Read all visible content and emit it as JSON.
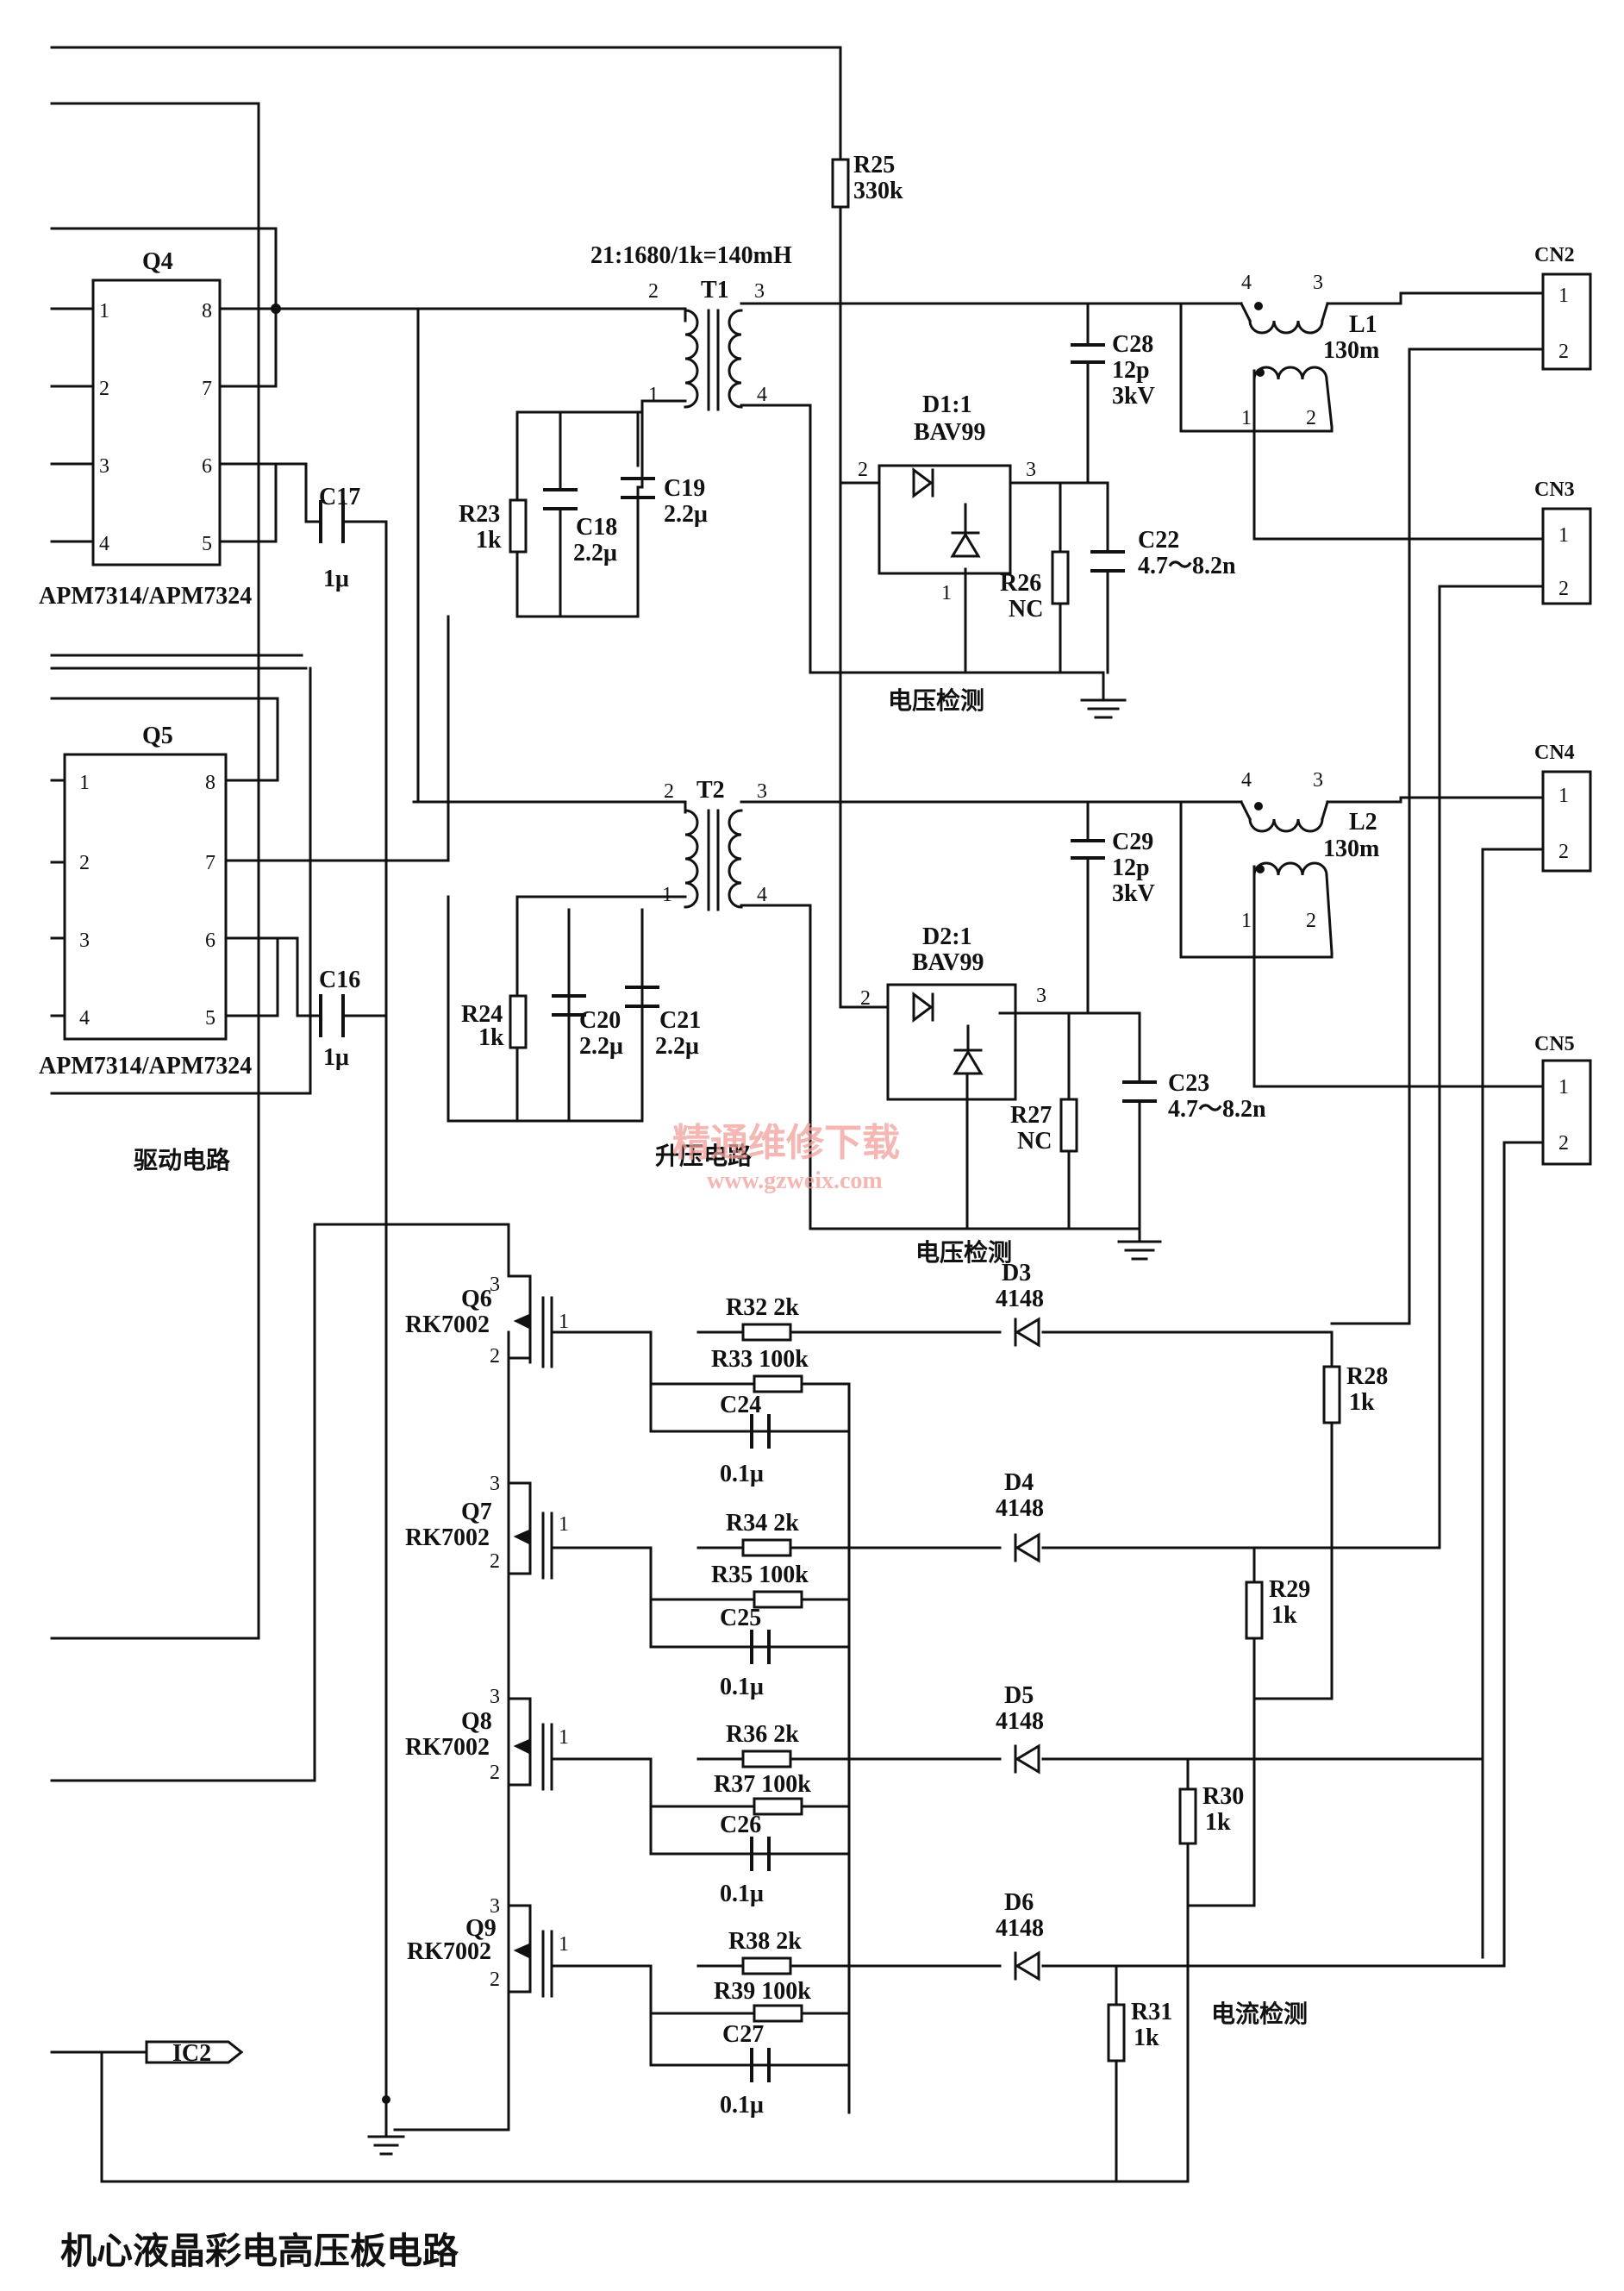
{
  "title": "机心液晶彩电高压板电路",
  "sections": {
    "drive": "驱动电路",
    "boost": "升压电路",
    "voltage_detect_1": "电压检测",
    "voltage_detect_2": "电压检测",
    "current_detect": "电流检测"
  },
  "watermark": {
    "main": "精通维修下载",
    "url": "www.gzweix.com"
  },
  "transformer_spec": "21:1680/1k=140mH",
  "ic_tag": "IC2",
  "mosfet_arrays": [
    {
      "ref": "Q4",
      "part": "APM7314/APM7324"
    },
    {
      "ref": "Q5",
      "part": "APM7314/APM7324"
    }
  ],
  "transformers": [
    {
      "ref": "T1"
    },
    {
      "ref": "T2"
    }
  ],
  "diode_arrays": [
    {
      "ref": "D1:1",
      "part": "BAV99"
    },
    {
      "ref": "D2:1",
      "part": "BAV99"
    }
  ],
  "inductors": [
    {
      "ref": "L1",
      "value": "130m"
    },
    {
      "ref": "L2",
      "value": "130m"
    }
  ],
  "connectors": [
    {
      "ref": "CN2"
    },
    {
      "ref": "CN3"
    },
    {
      "ref": "CN4"
    },
    {
      "ref": "CN5"
    }
  ],
  "capacitors": {
    "C16": {
      "ref": "C16",
      "value": "1μ"
    },
    "C17": {
      "ref": "C17",
      "value": "1μ"
    },
    "C18": {
      "ref": "C18",
      "value": "2.2μ"
    },
    "C19": {
      "ref": "C19",
      "value": "2.2μ"
    },
    "C20": {
      "ref": "C20",
      "value": "2.2μ"
    },
    "C21": {
      "ref": "C21",
      "value": "2.2μ"
    },
    "C22": {
      "ref": "C22",
      "value": "4.7～8.2n"
    },
    "C23": {
      "ref": "C23",
      "value": "4.7～8.2n"
    },
    "C24": {
      "ref": "C24",
      "value": "0.1μ"
    },
    "C25": {
      "ref": "C25",
      "value": "0.1μ"
    },
    "C26": {
      "ref": "C26",
      "value": "0.1μ"
    },
    "C27": {
      "ref": "C27",
      "value": "0.1μ"
    },
    "C28": {
      "ref": "C28",
      "value": "12p",
      "rating": "3kV"
    },
    "C29": {
      "ref": "C29",
      "value": "12p",
      "rating": "3kV"
    }
  },
  "resistors": {
    "R23": {
      "ref": "R23",
      "value": "1k"
    },
    "R24": {
      "ref": "R24",
      "value": "1k"
    },
    "R25": {
      "ref": "R25",
      "value": "330k"
    },
    "R26": {
      "ref": "R26",
      "value": "NC"
    },
    "R27": {
      "ref": "R27",
      "value": "NC"
    },
    "R28": {
      "ref": "R28",
      "value": "1k"
    },
    "R29": {
      "ref": "R29",
      "value": "1k"
    },
    "R30": {
      "ref": "R30",
      "value": "1k"
    },
    "R31": {
      "ref": "R31",
      "value": "1k"
    },
    "R32": {
      "label": "R32 2k"
    },
    "R33": {
      "label": "R33 100k"
    },
    "R34": {
      "label": "R34 2k"
    },
    "R35": {
      "label": "R35 100k"
    },
    "R36": {
      "label": "R36 2k"
    },
    "R37": {
      "label": "R37 100k"
    },
    "R38": {
      "label": "R38 2k"
    },
    "R39": {
      "label": "R39 100k"
    }
  },
  "transistors": [
    {
      "ref": "Q6",
      "part": "RK7002"
    },
    {
      "ref": "Q7",
      "part": "RK7002"
    },
    {
      "ref": "Q8",
      "part": "RK7002"
    },
    {
      "ref": "Q9",
      "part": "RK7002"
    }
  ],
  "diodes": [
    {
      "ref": "D3",
      "part": "4148"
    },
    {
      "ref": "D4",
      "part": "4148"
    },
    {
      "ref": "D5",
      "part": "4148"
    },
    {
      "ref": "D6",
      "part": "4148"
    }
  ],
  "pins": {
    "p1": "1",
    "p2": "2",
    "p3": "3",
    "p4": "4",
    "p5": "5",
    "p6": "6",
    "p7": "7",
    "p8": "8"
  }
}
